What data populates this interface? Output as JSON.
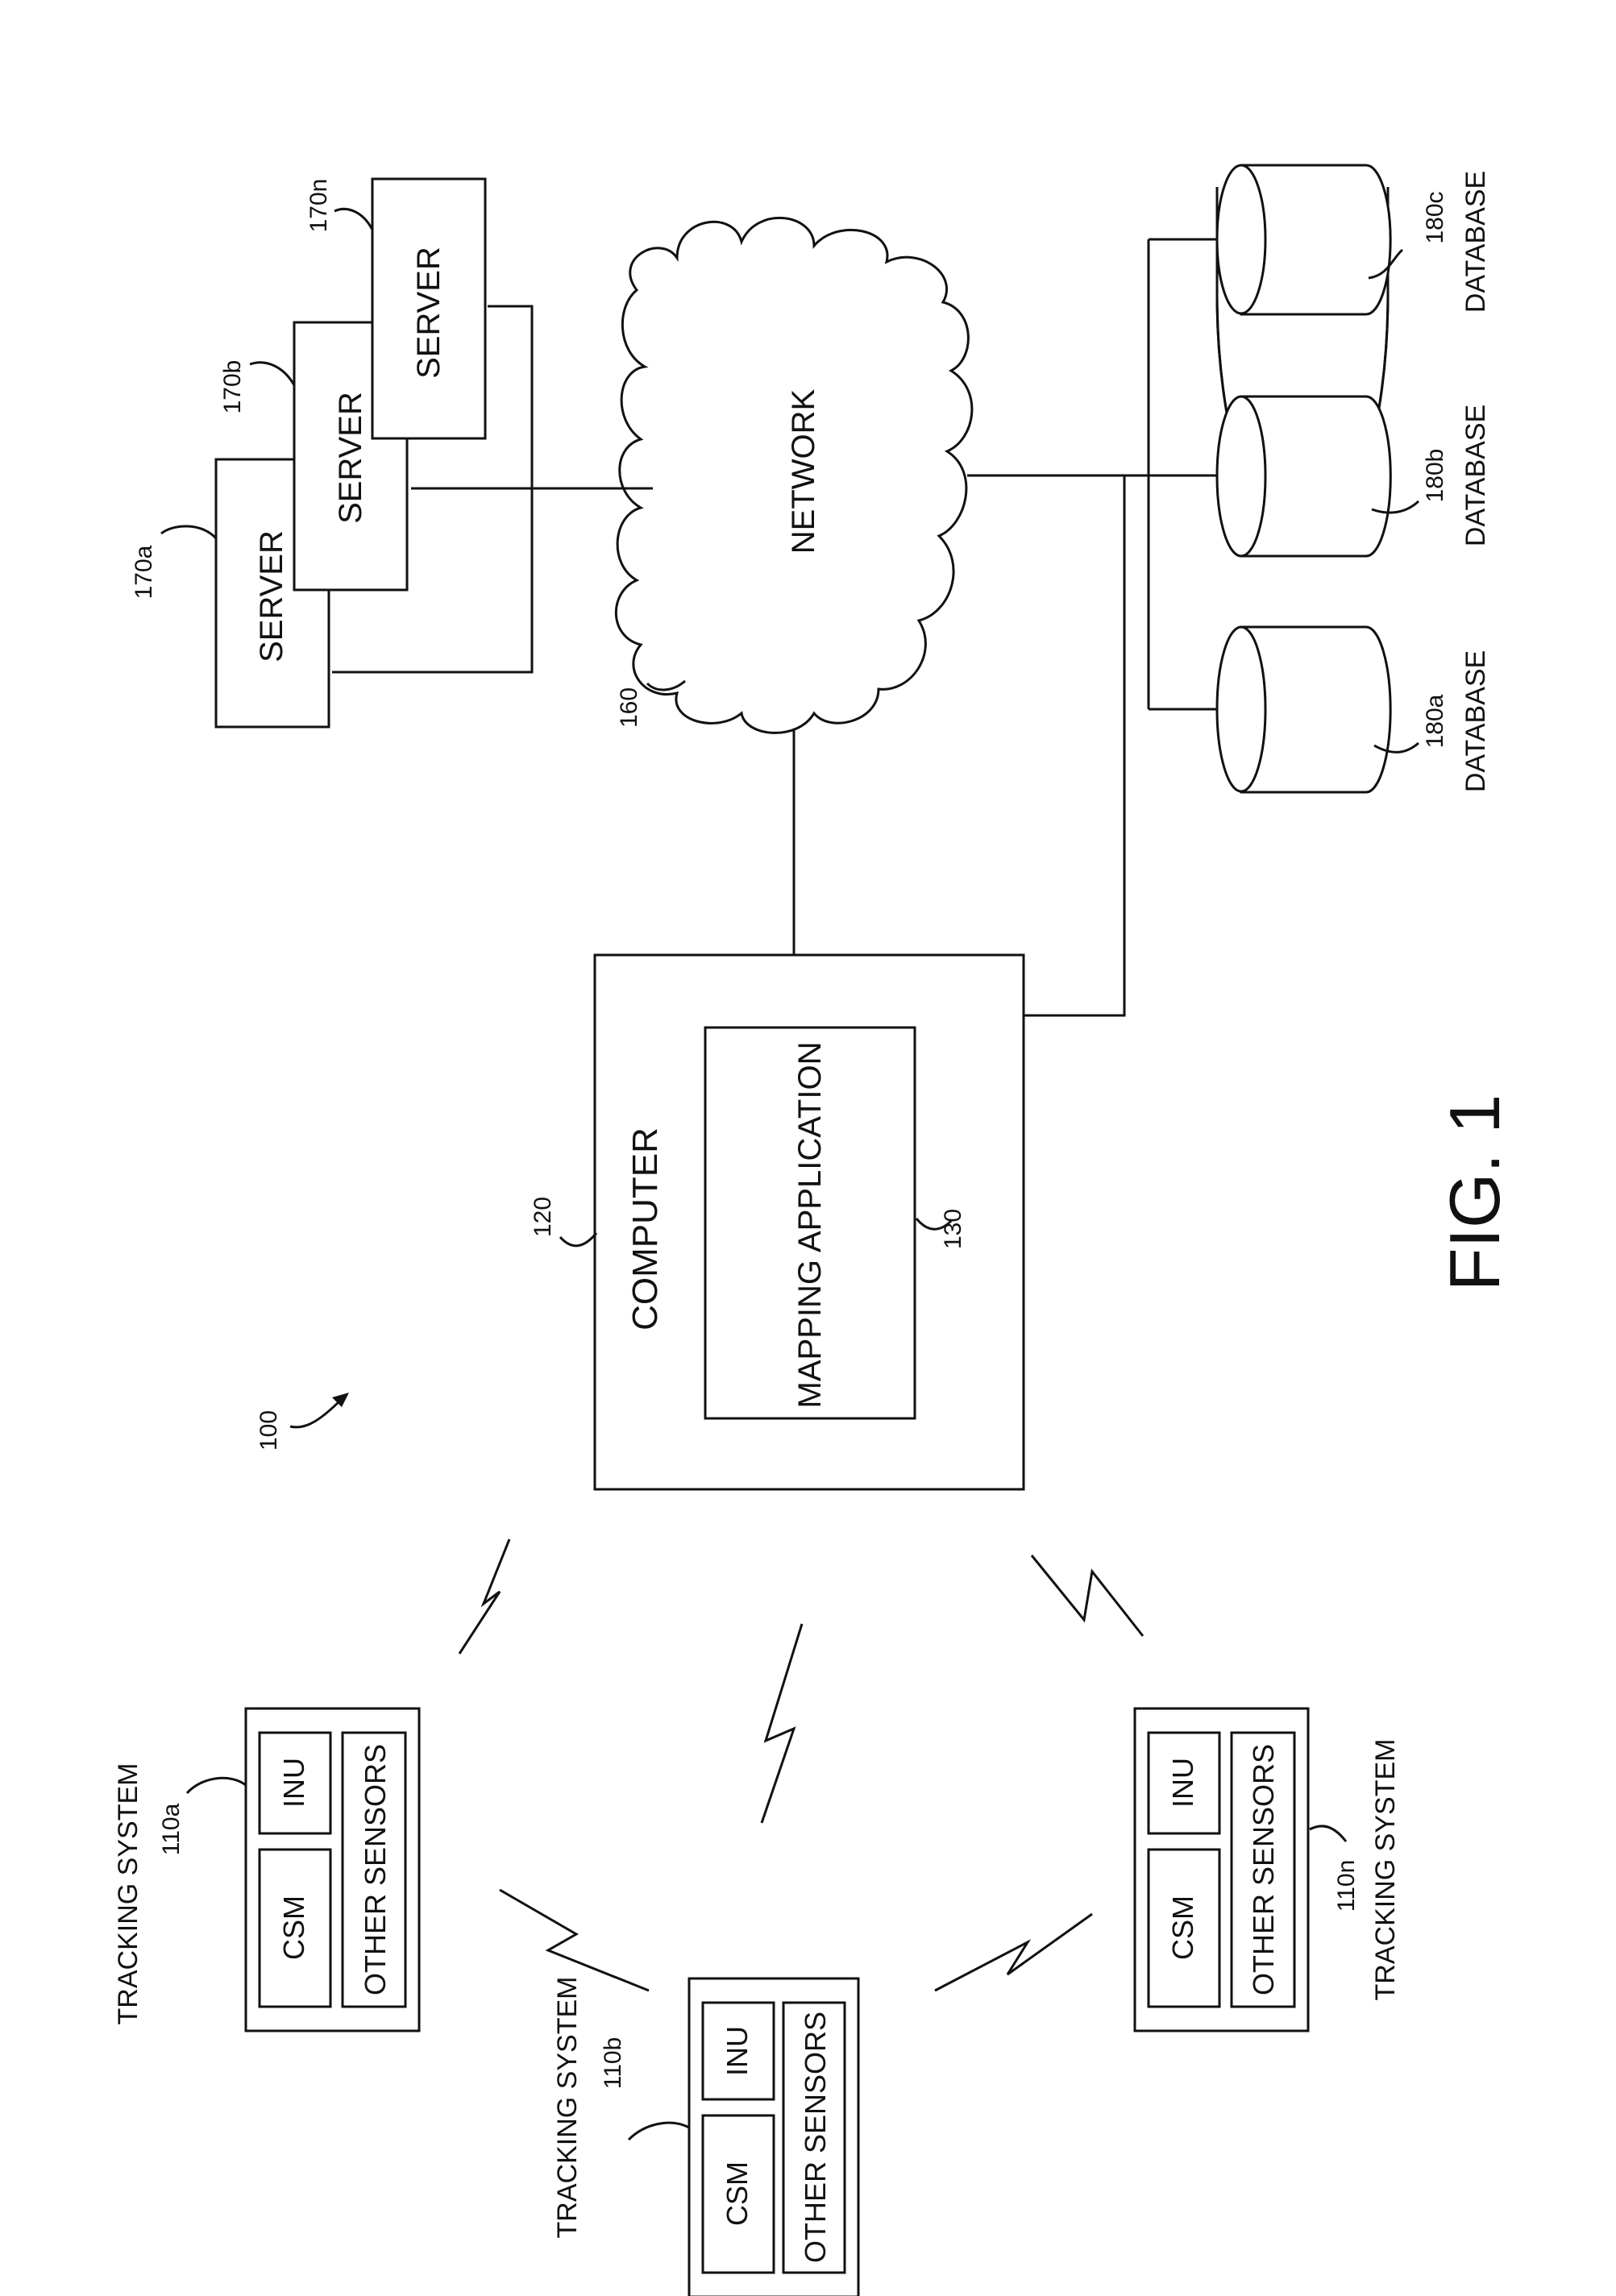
{
  "figure": {
    "caption": "FIG. 1",
    "system_ref": "100"
  },
  "computer": {
    "label": "COMPUTER",
    "ref": "120",
    "app_label": "MAPPING APPLICATION",
    "app_ref": "130"
  },
  "network": {
    "label": "NETWORK",
    "ref": "160"
  },
  "servers": [
    {
      "label": "SERVER",
      "ref": "170a"
    },
    {
      "label": "SERVER",
      "ref": "170b"
    },
    {
      "label": "SERVER",
      "ref": "170n"
    }
  ],
  "databases": [
    {
      "label": "DATABASE",
      "ref": "180a"
    },
    {
      "label": "DATABASE",
      "ref": "180b"
    },
    {
      "label": "DATABASE",
      "ref": "180c"
    }
  ],
  "tracking_systems": [
    {
      "label": "TRACKING SYSTEM",
      "ref": "110a",
      "csm": "CSM",
      "inu": "INU",
      "other": "OTHER SENSORS"
    },
    {
      "label": "TRACKING SYSTEM",
      "ref": "110b",
      "csm": "CSM",
      "inu": "INU",
      "other": "OTHER SENSORS"
    },
    {
      "label": "TRACKING SYSTEM",
      "ref": "110n",
      "csm": "CSM",
      "inu": "INU",
      "other": "OTHER SENSORS"
    }
  ]
}
